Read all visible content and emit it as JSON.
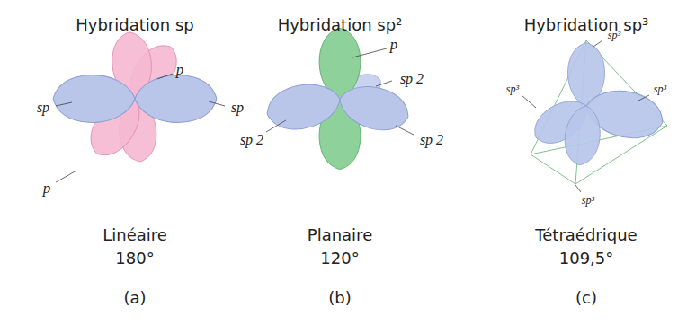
{
  "diagram": {
    "labels": [
      "Hybridation sp",
      "Hybridation sp²",
      "Hybridation sp³",
      "p",
      "sp",
      "sp",
      "p",
      "p",
      "sp 2",
      "sp 2",
      "sp 2",
      "sp³",
      "sp³",
      "sp³",
      "sp³",
      "Linéaire",
      "180°",
      "Planaire",
      "120°",
      "Tétraédrique",
      "109,5°",
      "(a)",
      "(b)",
      "(c)"
    ]
  }
}
